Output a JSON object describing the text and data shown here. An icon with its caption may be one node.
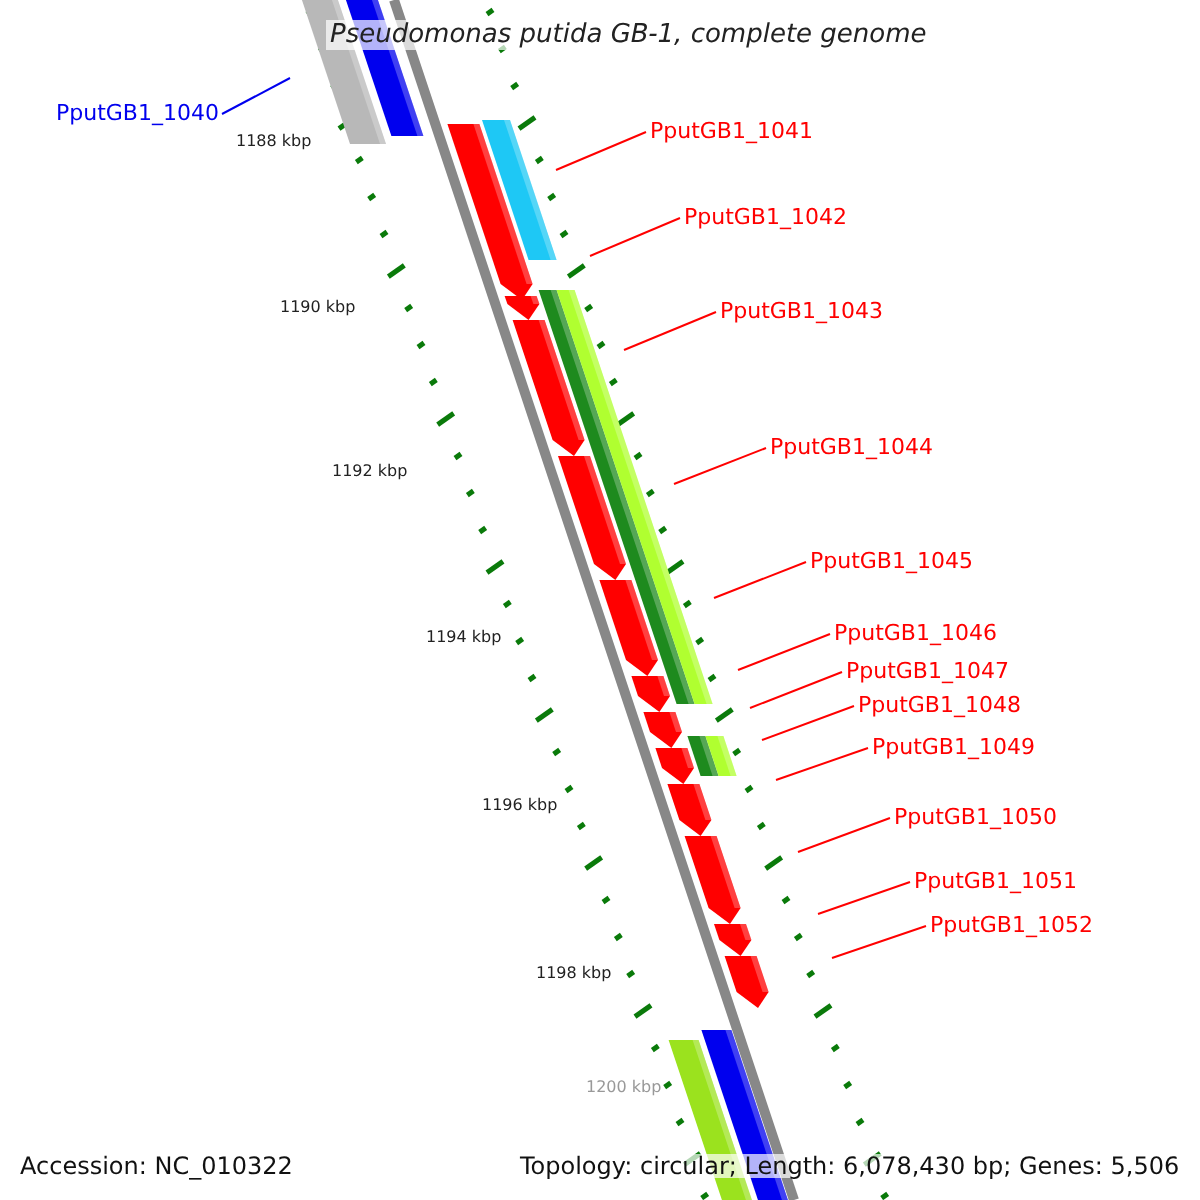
{
  "diagram": {
    "title": "Pseudomonas putida GB-1, complete genome",
    "nodes": [
      {
        "text": [
          "PputGB1_1040"
        ]
      },
      {
        "text": [
          "PputGB1_1041"
        ]
      },
      {
        "text": [
          "PputGB1_1042"
        ]
      },
      {
        "text": [
          "PputGB1_1043"
        ]
      },
      {
        "text": [
          "PputGB1_1044"
        ]
      },
      {
        "text": [
          "PputGB1_1045"
        ]
      },
      {
        "text": [
          "PputGB1_1046"
        ]
      },
      {
        "text": [
          "PputGB1_1047"
        ]
      },
      {
        "text": [
          "PputGB1_1048"
        ]
      },
      {
        "text": [
          "PputGB1_1049"
        ]
      },
      {
        "text": [
          "PputGB1_1050"
        ]
      },
      {
        "text": [
          "PputGB1_1051"
        ]
      },
      {
        "text": [
          "PputGB1_1052"
        ]
      }
    ],
    "edges": [
      {
        "from": 0,
        "to": null,
        "arrow": "none",
        "color": "#0000ee"
      },
      {
        "from": 1,
        "to": null,
        "arrow": "none"
      },
      {
        "from": 2,
        "to": null,
        "arrow": "none"
      },
      {
        "from": 3,
        "to": null,
        "arrow": "none"
      },
      {
        "from": 4,
        "to": null,
        "arrow": "none"
      },
      {
        "from": 5,
        "to": null,
        "arrow": "none"
      },
      {
        "from": 6,
        "to": null,
        "arrow": "none"
      },
      {
        "from": 7,
        "to": null,
        "arrow": "none"
      },
      {
        "from": 8,
        "to": null,
        "arrow": "none"
      },
      {
        "from": 9,
        "to": null,
        "arrow": "none"
      },
      {
        "from": 10,
        "to": null,
        "arrow": "none"
      },
      {
        "from": 11,
        "to": null,
        "arrow": "none"
      },
      {
        "from": 12,
        "to": null,
        "arrow": "none"
      }
    ],
    "labels": [
      "1188 kbp",
      "1190 kbp",
      "1192 kbp",
      "1194 kbp",
      "1196 kbp",
      "1198 kbp",
      "1200 kbp",
      "Accession: NC_010322",
      "Topology: circular; Length: 6,078,430 bp; Genes: 5,506"
    ]
  }
}
